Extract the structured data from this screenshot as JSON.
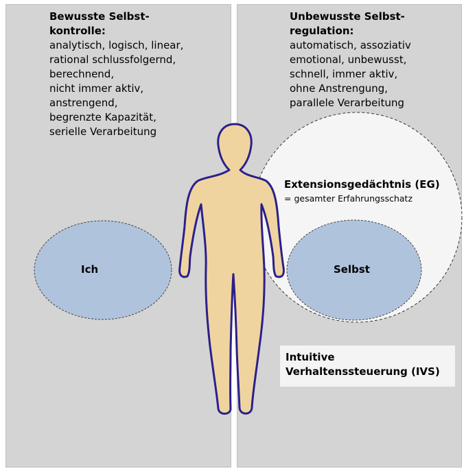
{
  "left": {
    "heading": [
      "Bewusste Selbst-",
      "kontrolle:"
    ],
    "lines": [
      "analytisch, logisch, linear,",
      "rational schlussfolgernd,",
      "berechnend,",
      "nicht immer aktiv,",
      "anstrengend,",
      "begrenzte Kapazität,",
      "serielle Verarbeitung"
    ]
  },
  "right": {
    "heading": [
      "Unbewusste Selbst-",
      "regulation:"
    ],
    "lines": [
      "automatisch, assoziativ",
      "emotional, unbewusst,",
      "schnell, immer aktiv,",
      "ohne Anstrengung,",
      "parallele Verarbeitung"
    ]
  },
  "extension_memory": {
    "title": "Extensionsgedächtnis (EG)",
    "subtitle": "= gesamter Erfahrungsschatz"
  },
  "ich_label": "Ich",
  "selbst_label": "Selbst",
  "ivs": [
    "Intuitive",
    "Verhaltenssteuerung (IVS)"
  ],
  "colors": {
    "panel": "#d4d4d4",
    "oval": "#afc3dc",
    "body_fill": "#efd4a0",
    "body_outline": "#2b1f8c",
    "eg_circle": "#f5f5f5"
  }
}
